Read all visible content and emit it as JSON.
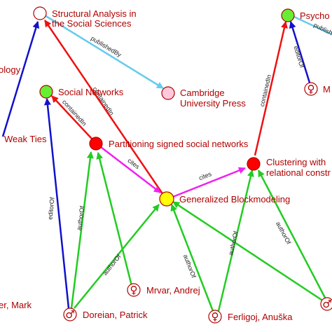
{
  "colors": {
    "node_label": "#b00000",
    "publication": "#ff0000",
    "journal": "#66ee33",
    "book": "#ffffff",
    "publisher": "#ffc8dc",
    "central": "#ffff00",
    "edge_contained_in": "#ee1111",
    "edge_cites": "#ee22ee",
    "edge_published_by": "#66ccee",
    "edge_editor_of": "#1111cc",
    "edge_author_of": "#22cc22"
  },
  "nodes": {
    "structural": {
      "label1": "Structural Analysis in",
      "label2": "the Social Sciences"
    },
    "psychometrika": {
      "label1": "Psycho"
    },
    "sociology": {
      "label1": "ology"
    },
    "cambridge": {
      "label1": "Cambridge",
      "label2": "University Press"
    },
    "social_networks": {
      "label1": "Social Networks"
    },
    "weak_ties": {
      "label1": "Weak Ties"
    },
    "partitioning": {
      "label1": "Partitioning signed social networks"
    },
    "clustering": {
      "label1": "Clustering with",
      "label2": "relational constr"
    },
    "blockmodeling": {
      "label1": "Generalized Blockmodeling"
    },
    "mark": {
      "label1": "er, Mark"
    },
    "mrvar": {
      "label1": "Mrvar, Andrej"
    },
    "doreian": {
      "label1": "Doreian, Patrick"
    },
    "ferligoj": {
      "label1": "Ferligoj, Anuška"
    },
    "m_right": {
      "label1": "M"
    }
  },
  "gender_symbols": {
    "male": "♂",
    "female": "♀"
  },
  "edges": {
    "published_by_1": "publishedBy",
    "published_by_2": "publish",
    "contained_in_1": "containedIn",
    "contained_in_2": "containedIn",
    "contained_in_3": "containedIn",
    "cites_1": "cites",
    "cites_2": "cites",
    "editor_of_1": "editorOf",
    "editor_of_2": "editorOf",
    "author_of_1": "authorOf",
    "author_of_2": "authorOf",
    "author_of_3": "authorOf",
    "author_of_4": "authorOf",
    "author_of_5": "authorOf"
  }
}
